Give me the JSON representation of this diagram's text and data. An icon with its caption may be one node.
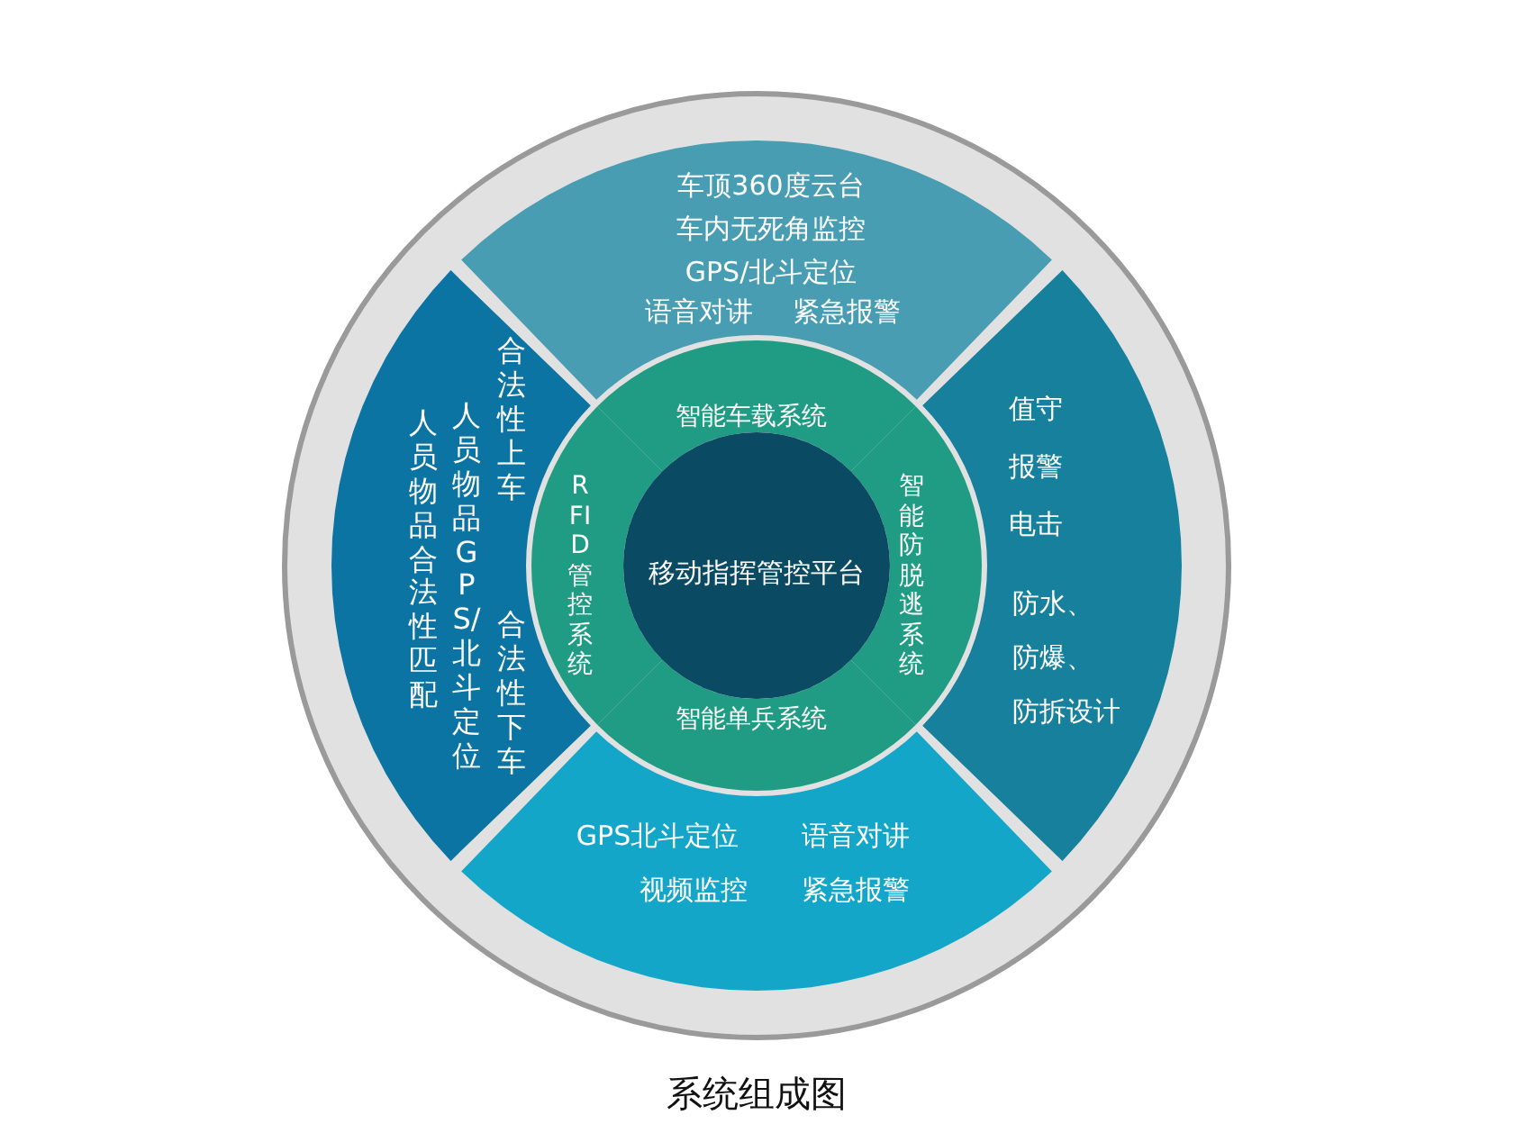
{
  "diagram": {
    "caption": "系统组成图",
    "nodes": [
      {
        "text": [
          "车顶360度云台",
          "车内无死角监控",
          "GPS/北斗定位",
          "语音对讲",
          "紧急报警"
        ]
      },
      {
        "text": [
          "值守",
          "报警",
          "电击",
          "防水、",
          "防爆、",
          "防拆设计"
        ]
      },
      {
        "text": [
          "GPS北斗定位",
          "语音对讲",
          "视频监控",
          "紧急报警"
        ]
      },
      {
        "text": [
          "合法性上车",
          "人员物品GPS/北斗定位",
          "人员物品合法性匹配",
          "合法性下车"
        ]
      },
      {
        "text": [
          "智能车载系统"
        ]
      },
      {
        "text": [
          "智能防脱逃系统"
        ]
      },
      {
        "text": [
          "智能单兵系统"
        ]
      },
      {
        "text": [
          "RFID管控系统"
        ]
      },
      {
        "text": [
          "移动指挥管控平台"
        ]
      }
    ],
    "edges": []
  }
}
